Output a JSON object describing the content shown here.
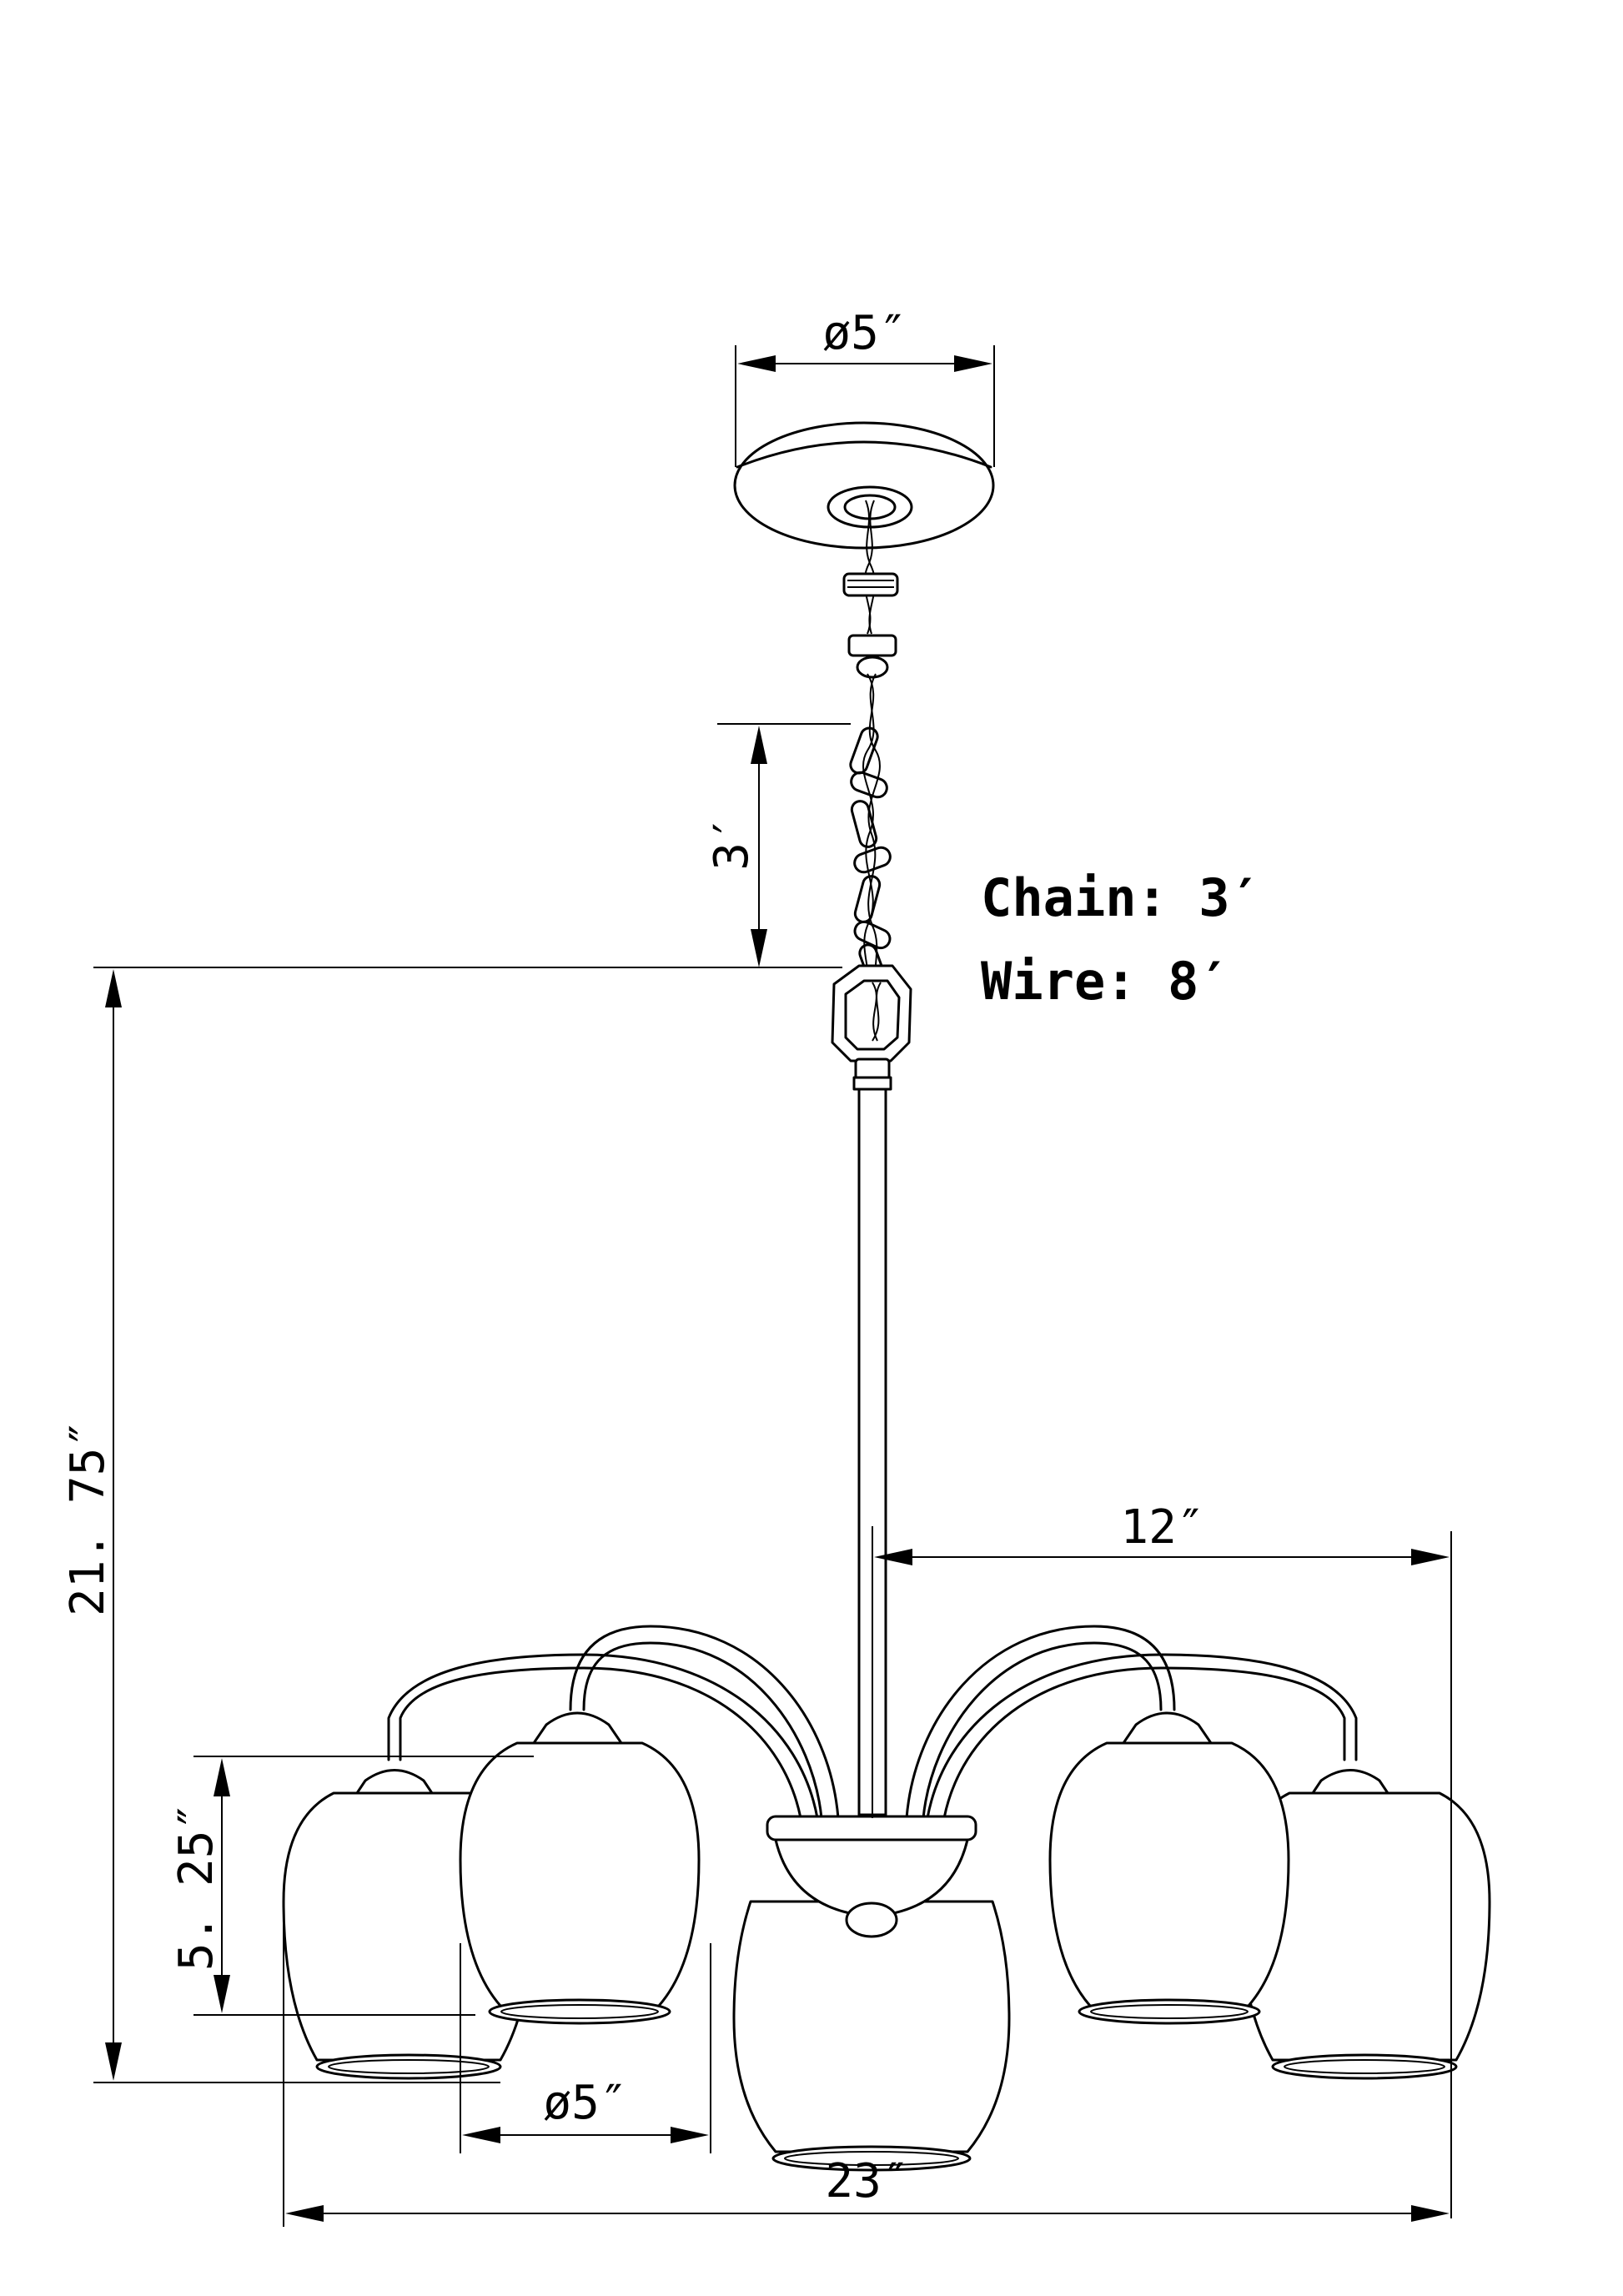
{
  "dimensions": {
    "canopy_diameter": "ø5″",
    "chain_length": "3′",
    "overall_height": "21. 75″",
    "arm_reach": "12″",
    "shade_height": "5. 25″",
    "shade_diameter": "ø5″",
    "overall_width": "23″"
  },
  "notes": {
    "chain": "Chain: 3′",
    "wire": "Wire: 8′"
  }
}
